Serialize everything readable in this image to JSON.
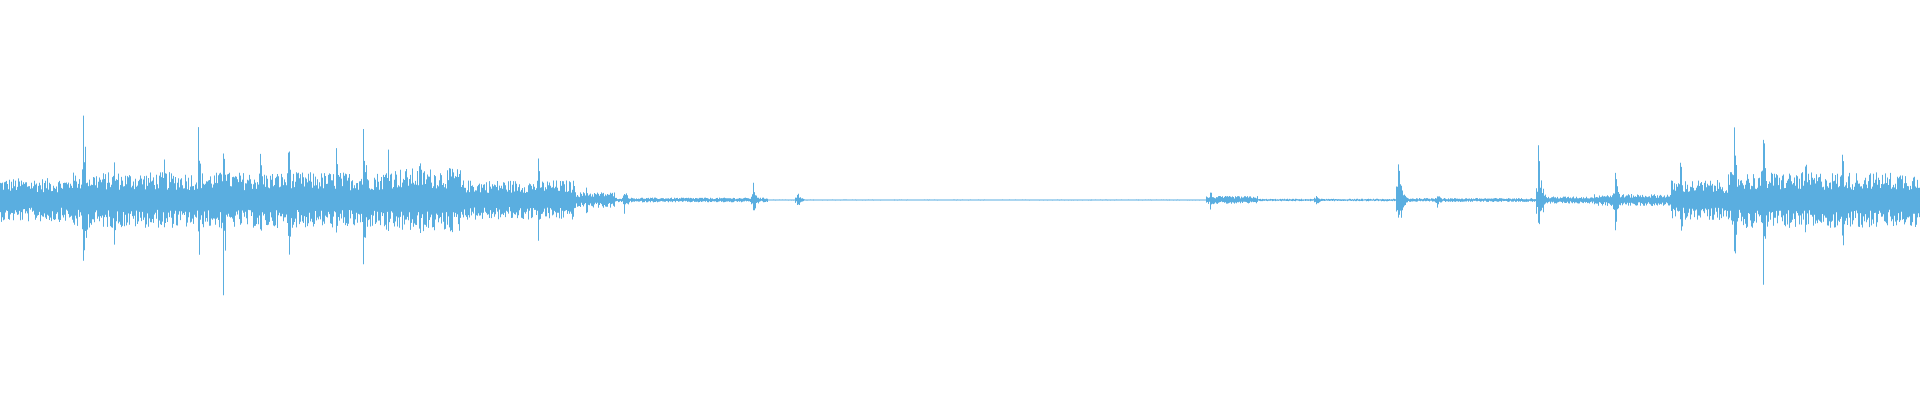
{
  "waveform": {
    "color": "#5aaee0",
    "background": "#ffffff",
    "peak_scale": 1.0,
    "bursts": [
      {
        "start": 0.0,
        "end": 0.036,
        "amp": 0.11
      },
      {
        "start": 0.036,
        "end": 0.2,
        "amp": 0.14
      },
      {
        "start": 0.2,
        "end": 0.24,
        "amp": 0.16
      },
      {
        "start": 0.24,
        "end": 0.3,
        "amp": 0.1
      },
      {
        "start": 0.3,
        "end": 0.32,
        "amp": 0.04
      },
      {
        "start": 0.32,
        "end": 0.4,
        "amp": 0.012
      },
      {
        "start": 0.4,
        "end": 0.625,
        "amp": 0.003
      },
      {
        "start": 0.628,
        "end": 0.655,
        "amp": 0.02
      },
      {
        "start": 0.655,
        "end": 0.73,
        "amp": 0.006
      },
      {
        "start": 0.73,
        "end": 0.8,
        "amp": 0.01
      },
      {
        "start": 0.8,
        "end": 0.83,
        "amp": 0.018
      },
      {
        "start": 0.83,
        "end": 0.87,
        "amp": 0.03
      },
      {
        "start": 0.87,
        "end": 0.9,
        "amp": 0.1
      },
      {
        "start": 0.9,
        "end": 1.0,
        "amp": 0.14
      }
    ],
    "spikes": [
      {
        "pos": 0.043,
        "amp": 0.6
      },
      {
        "pos": 0.059,
        "amp": 0.3
      },
      {
        "pos": 0.085,
        "amp": 0.3
      },
      {
        "pos": 0.103,
        "amp": 0.42
      },
      {
        "pos": 0.116,
        "amp": 0.58
      },
      {
        "pos": 0.135,
        "amp": 0.4
      },
      {
        "pos": 0.15,
        "amp": 0.42
      },
      {
        "pos": 0.175,
        "amp": 0.3
      },
      {
        "pos": 0.189,
        "amp": 0.5
      },
      {
        "pos": 0.202,
        "amp": 0.38
      },
      {
        "pos": 0.218,
        "amp": 0.3
      },
      {
        "pos": 0.235,
        "amp": 0.24
      },
      {
        "pos": 0.28,
        "amp": 0.24
      },
      {
        "pos": 0.305,
        "amp": 0.1
      },
      {
        "pos": 0.325,
        "amp": 0.08
      },
      {
        "pos": 0.392,
        "amp": 0.1
      },
      {
        "pos": 0.415,
        "amp": 0.05
      },
      {
        "pos": 0.63,
        "amp": 0.06
      },
      {
        "pos": 0.685,
        "amp": 0.04
      },
      {
        "pos": 0.728,
        "amp": 0.25
      },
      {
        "pos": 0.748,
        "amp": 0.06
      },
      {
        "pos": 0.801,
        "amp": 0.3
      },
      {
        "pos": 0.841,
        "amp": 0.18
      },
      {
        "pos": 0.875,
        "amp": 0.26
      },
      {
        "pos": 0.903,
        "amp": 0.4
      },
      {
        "pos": 0.918,
        "amp": 0.5
      },
      {
        "pos": 0.94,
        "amp": 0.26
      },
      {
        "pos": 0.959,
        "amp": 0.4
      },
      {
        "pos": 0.972,
        "amp": 0.2
      },
      {
        "pos": 0.998,
        "amp": 0.22
      }
    ]
  }
}
